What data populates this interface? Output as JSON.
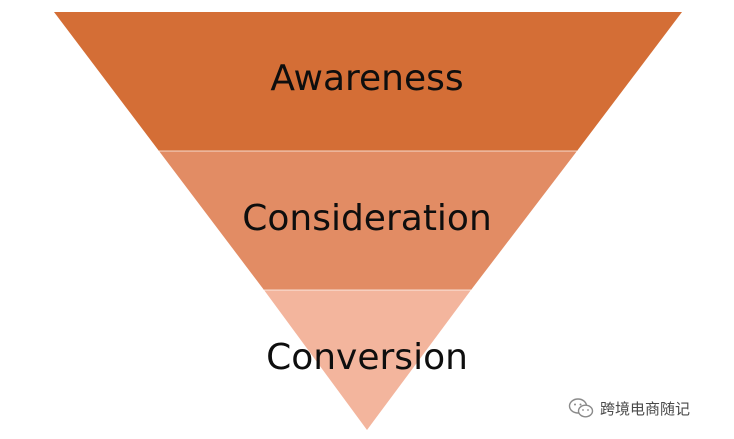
{
  "funnel": {
    "stages": [
      {
        "label": "Awareness",
        "color": "#d46e36"
      },
      {
        "label": "Consideration",
        "color": "#e28c64"
      },
      {
        "label": "Conversion",
        "color": "#f3b59d"
      }
    ]
  },
  "watermark": {
    "text": "跨境电商随记",
    "icon": "wechat-icon"
  }
}
